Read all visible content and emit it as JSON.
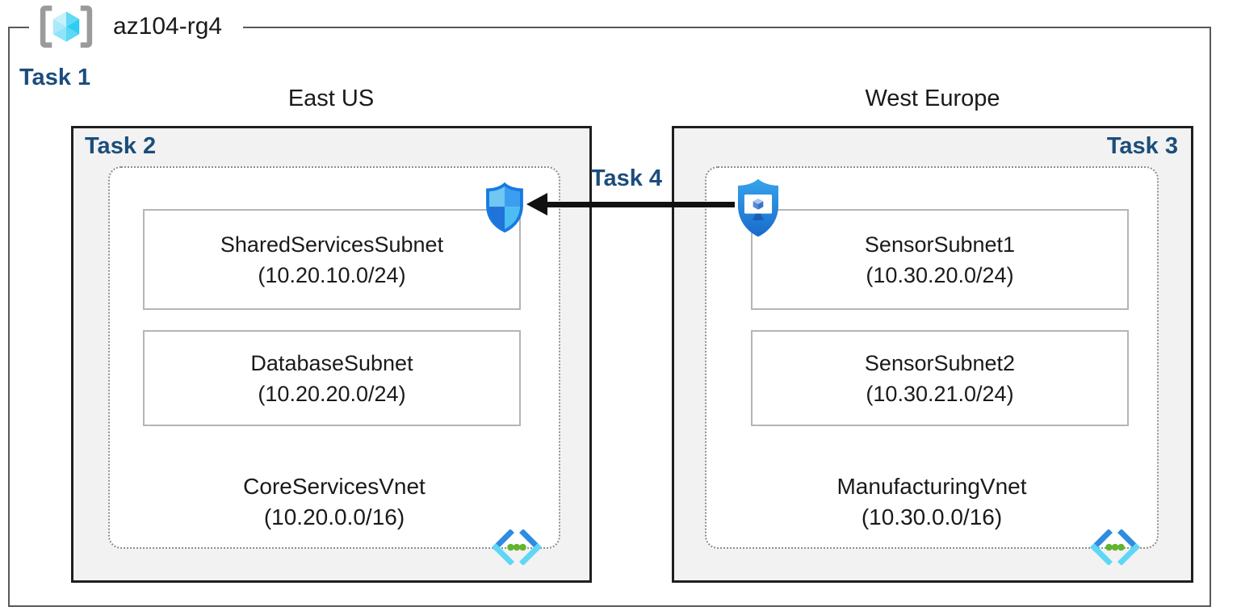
{
  "resource_group": {
    "name": "az104-rg4"
  },
  "labels": {
    "task1": "Task 1",
    "task4": "Task 4"
  },
  "regions": [
    {
      "name": "East US",
      "task_label": "Task 2",
      "vnet": {
        "name": "CoreServicesVnet",
        "cidr": "(10.20.0.0/16)"
      },
      "subnets": [
        {
          "name": "SharedServicesSubnet",
          "cidr": "(10.20.10.0/24)"
        },
        {
          "name": "DatabaseSubnet",
          "cidr": "(10.20.20.0/24)"
        }
      ]
    },
    {
      "name": "West Europe",
      "task_label": "Task 3",
      "vnet": {
        "name": "ManufacturingVnet",
        "cidr": "(10.30.0.0/16)"
      },
      "subnets": [
        {
          "name": "SensorSubnet1",
          "cidr": "(10.30.20.0/24)"
        },
        {
          "name": "SensorSubnet2",
          "cidr": "(10.30.21.0/24)"
        }
      ]
    }
  ],
  "icons": {
    "resource_group": "resource-group-icon",
    "network_security": "security-shield-icon",
    "bastion": "bastion-icon",
    "virtual_network": "virtual-network-icon"
  },
  "colors": {
    "task_label": "#1b4d7c",
    "region_fill": "#f2f2f2",
    "region_border": "#1f1f1f",
    "outer_border": "#595959",
    "dotted_border": "#8c8c8c",
    "subnet_border": "#b5b5b5",
    "arrow": "#111111",
    "azure_blue": "#2e8ce2",
    "azure_cyan": "#5ed7f6",
    "azure_green": "#62b42e"
  }
}
